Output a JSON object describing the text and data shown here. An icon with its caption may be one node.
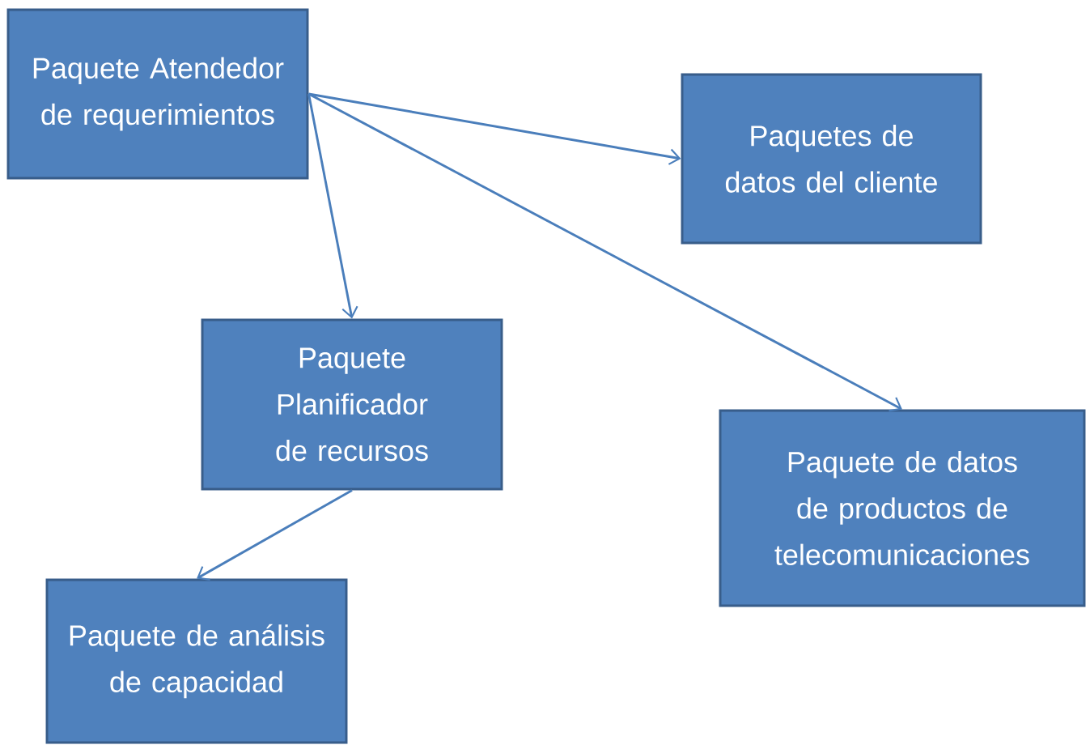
{
  "diagram": {
    "nodes": [
      {
        "text": [
          "Paquete Atendedor de requerimientos"
        ]
      },
      {
        "text": [
          "Paquetes de datos del cliente"
        ]
      },
      {
        "text": [
          "Paquete Planificador de recursos"
        ]
      },
      {
        "text": [
          "Paquete de datos de productos de telecomunicaciones"
        ]
      },
      {
        "text": [
          "Paquete de análisis de capacidad"
        ]
      }
    ],
    "edges": [
      {
        "from": 0,
        "to": 1,
        "arrow": "to"
      },
      {
        "from": 0,
        "to": 2,
        "arrow": "to"
      },
      {
        "from": 0,
        "to": 3,
        "arrow": "to"
      },
      {
        "from": 2,
        "to": 4,
        "arrow": "to"
      }
    ]
  }
}
